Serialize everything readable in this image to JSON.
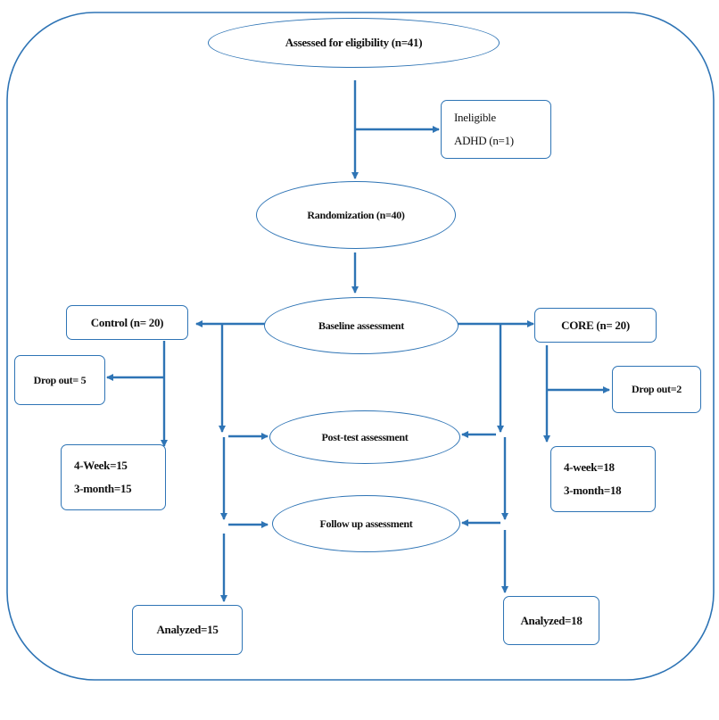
{
  "diagram": {
    "assessed": "Assessed for eligibility (n=41)",
    "ineligible": {
      "line1": "Ineligible",
      "line2": "ADHD (n=1)"
    },
    "randomization": "Randomization (n=40)",
    "baseline": "Baseline assessment",
    "control": "Control (n= 20)",
    "core": "CORE (n= 20)",
    "dropout_control": "Drop out= 5",
    "dropout_core": "Drop out=2",
    "post_test": "Post-test assessment",
    "control_counts": {
      "week": "4-Week=15",
      "month": "3-month=15"
    },
    "core_counts": {
      "week": "4-week=18",
      "month": "3-month=18"
    },
    "follow_up": "Follow up assessment",
    "analyzed_control": "Analyzed=15",
    "analyzed_core": "Analyzed=18"
  },
  "colors": {
    "line": "#2e74b5",
    "text": "#111111"
  }
}
